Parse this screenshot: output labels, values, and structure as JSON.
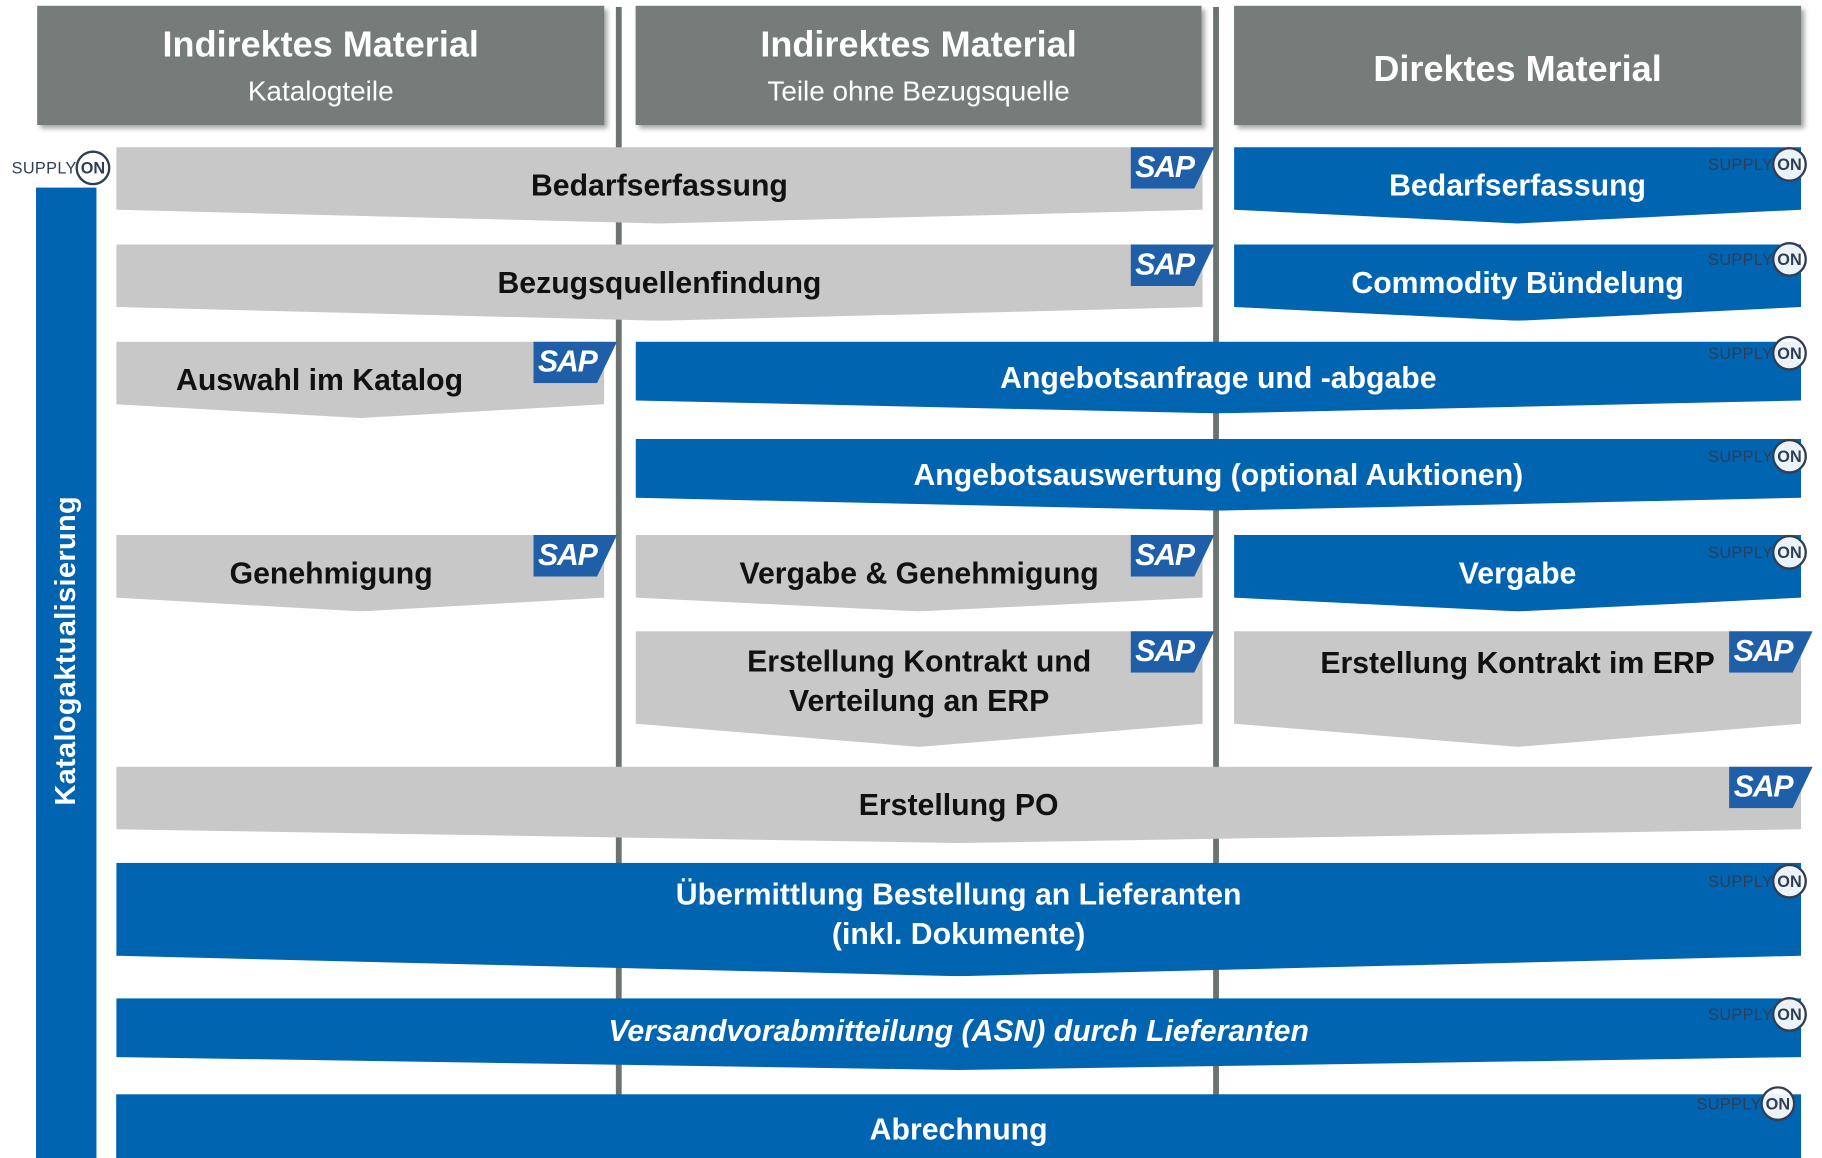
{
  "headers": [
    {
      "title": "Indirektes Material",
      "subtitle": "Katalogteile"
    },
    {
      "title": "Indirektes Material",
      "subtitle": "Teile ohne Bezugsquelle"
    },
    {
      "title": "Direktes Material"
    }
  ],
  "side_label": "Katalogaktualisierung",
  "logos": {
    "sap": "SAP",
    "supplyon_word": "SUPPLY",
    "supplyon_mark": "ON"
  },
  "steps": {
    "bedarf_indirect": "Bedarfserfassung",
    "bedarf_direct": "Bedarfserfassung",
    "bezugsquelle": "Bezugsquellenfindung",
    "commodity": "Commodity  Bündelung",
    "auswahl": "Auswahl  im Katalog",
    "angebotsanfrage": "Angebotsanfrage  und  -abgabe",
    "angebotsauswertung": "Angebotsauswertung  (optional  Auktionen)",
    "genehmigung": "Genehmigung",
    "vergabe_genehmigung": "Vergabe  &  Genehmigung",
    "vergabe": "Vergabe",
    "kontrakt_verteilung_1": "Erstellung  Kontrakt  und",
    "kontrakt_verteilung_2": "Verteilung  an  ERP",
    "kontrakt_erp": "Erstellung  Kontrakt  im ERP",
    "po": "Erstellung   PO",
    "uebermittlung_1": "Übermittlung  Bestellung  an  Lieferanten",
    "uebermittlung_2": "(inkl. Dokumente)",
    "asn": "Versandvorabmitteilung  (ASN)  durch  Lieferanten",
    "abrechnung": "Abrechnung"
  }
}
